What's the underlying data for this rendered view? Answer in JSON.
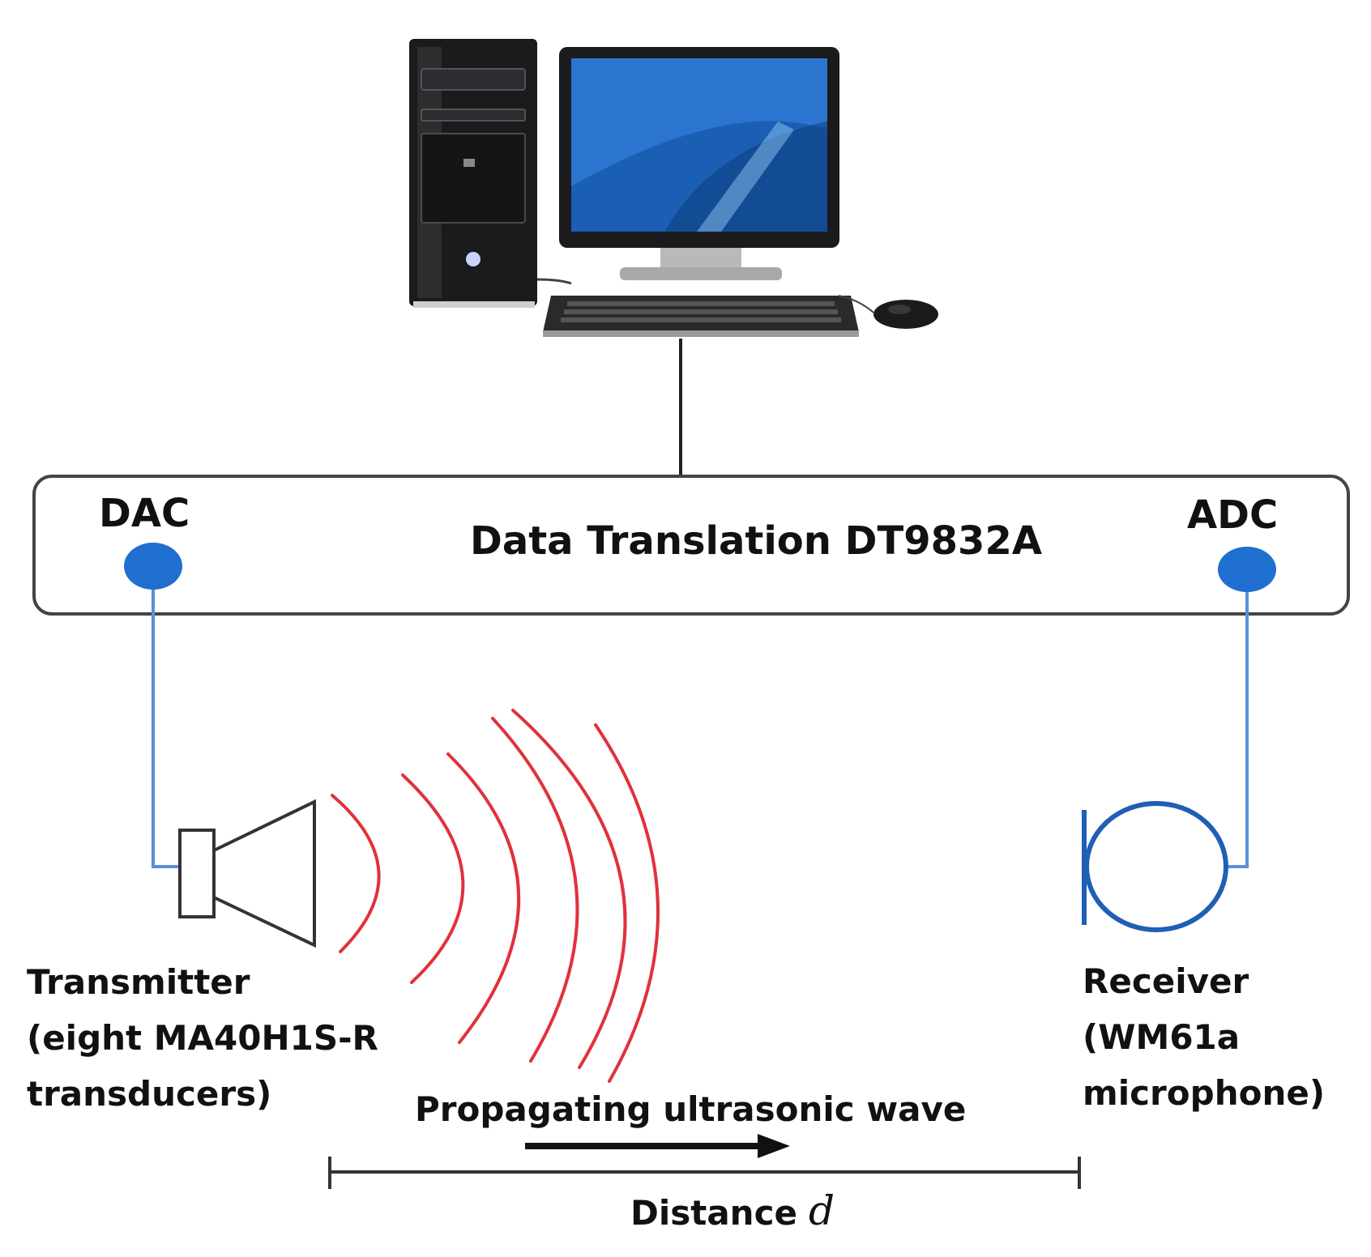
{
  "device": {
    "name": "Data Translation DT9832A",
    "dac_label": "DAC",
    "adc_label": "ADC"
  },
  "transmitter": {
    "line1": "Transmitter",
    "line2": "(eight MA40H1S-R",
    "line3": "transducers)"
  },
  "receiver": {
    "line1": "Receiver",
    "line2": "(WM61a",
    "line3": "microphone)"
  },
  "wave": {
    "label": "Propagating ultrasonic wave"
  },
  "distance": {
    "label": "Distance",
    "symbol": "d"
  },
  "colors": {
    "wire": "#5b8fd6",
    "port": "#1f6fd0",
    "wave": "#e0323c",
    "receiver": "#1f5fb4",
    "box_stroke": "#444444"
  }
}
